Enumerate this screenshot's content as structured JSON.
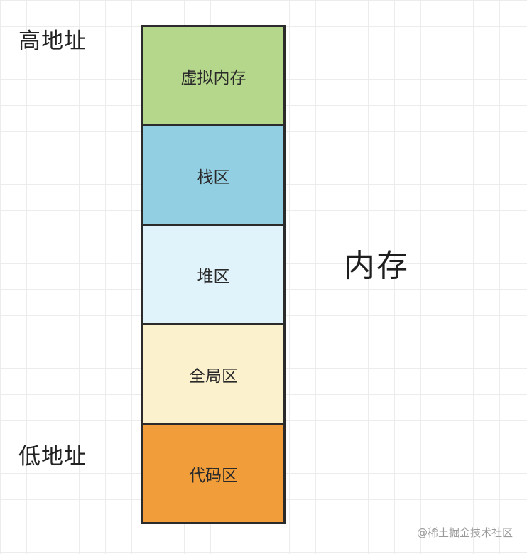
{
  "labels": {
    "high_address": "高地址",
    "low_address": "低地址",
    "memory": "内存"
  },
  "segments": [
    {
      "label": "虚拟内存",
      "color": "#b5d78b"
    },
    {
      "label": "栈区",
      "color": "#93cfe3"
    },
    {
      "label": "堆区",
      "color": "#e0f3fb"
    },
    {
      "label": "全局区",
      "color": "#fcf1cd"
    },
    {
      "label": "代码区",
      "color": "#f09d3a"
    }
  ],
  "watermark": "@稀土掘金技术社区"
}
